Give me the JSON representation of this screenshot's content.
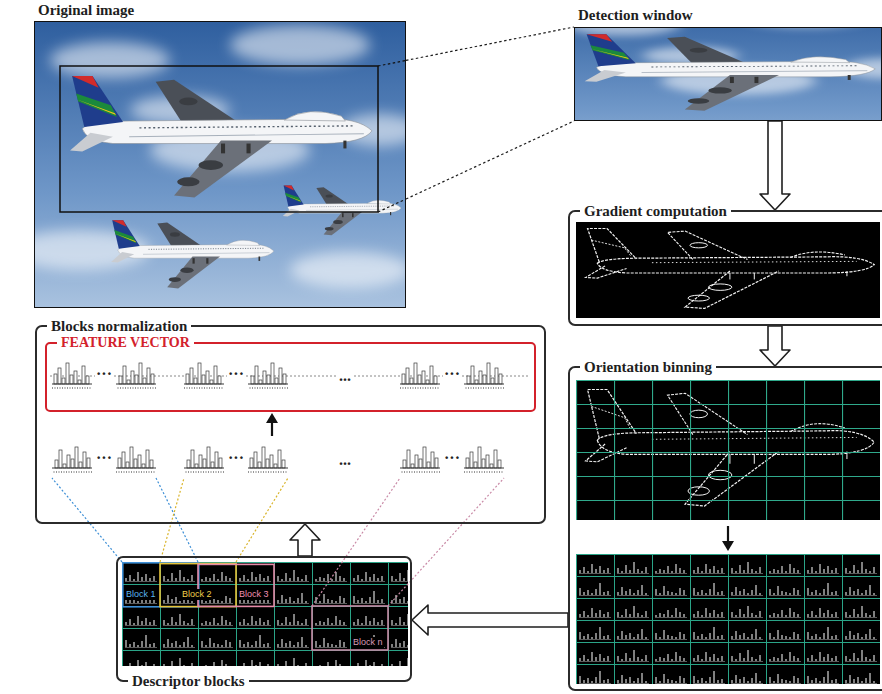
{
  "diagram": {
    "nodes": [
      {
        "text": [
          "Original image"
        ]
      },
      {
        "text": [
          "Detection window"
        ]
      },
      {
        "text": [
          "Gradient computation"
        ]
      },
      {
        "text": [
          "Orientation binning"
        ]
      },
      {
        "text": [
          "Descriptor blocks"
        ]
      },
      {
        "text": [
          "Blocks normalization"
        ]
      },
      {
        "text": [
          "FEATURE VECTOR"
        ],
        "in": 5
      }
    ],
    "edges": [
      {
        "from": 0,
        "to": 1,
        "arrow": "none"
      },
      {
        "from": 0,
        "to": 1,
        "arrow": "none"
      },
      {
        "from": 1,
        "to": 2,
        "arrow": "to"
      },
      {
        "from": 2,
        "to": 3,
        "arrow": "to"
      },
      {
        "from": 3,
        "to": 4,
        "arrow": "to"
      },
      {
        "from": 4,
        "to": 5,
        "arrow": "to"
      }
    ],
    "labels": [
      "···",
      "···",
      "...",
      "···",
      "···",
      "···",
      "...",
      "···",
      "Block 1",
      "Block 2",
      "Block 3",
      "Block n"
    ]
  }
}
